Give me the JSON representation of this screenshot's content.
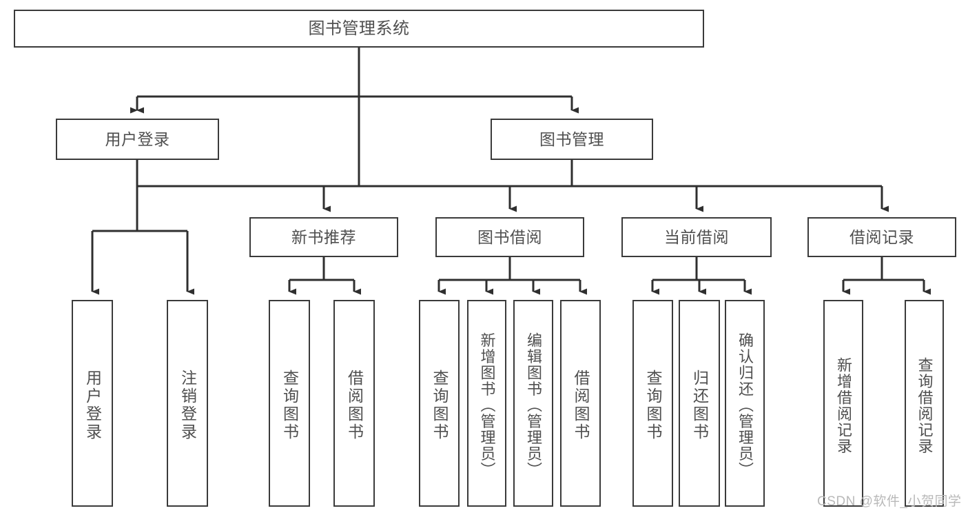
{
  "diagram": {
    "type": "tree",
    "title": "图书管理系统",
    "orientation": "top-down",
    "line_color": "#3a3a3a",
    "text_color": "#4f4f4f",
    "background_color": "#ffffff",
    "root": {
      "id": "root",
      "label": "图书管理系统"
    },
    "level1": [
      {
        "id": "user-login",
        "label": "用户登录"
      },
      {
        "id": "book-management",
        "label": "图书管理"
      }
    ],
    "level2": [
      {
        "id": "new-book-recommend",
        "label": "新书推荐",
        "parent": "book-management"
      },
      {
        "id": "book-borrow",
        "label": "图书借阅",
        "parent": "book-management"
      },
      {
        "id": "current-borrow",
        "label": "当前借阅",
        "parent": "book-management"
      },
      {
        "id": "borrow-record",
        "label": "借阅记录",
        "parent": "book-management"
      }
    ],
    "leaves": [
      {
        "id": "leaf-user-login",
        "label": "用户登录",
        "parent": "user-login"
      },
      {
        "id": "leaf-logout-login",
        "label": "注销登录",
        "parent": "user-login"
      },
      {
        "id": "leaf-query-book-1",
        "label": "查询图书",
        "parent": "new-book-recommend"
      },
      {
        "id": "leaf-borrow-book-1",
        "label": "借阅图书",
        "parent": "new-book-recommend"
      },
      {
        "id": "leaf-query-book-2",
        "label": "查询图书",
        "parent": "book-borrow"
      },
      {
        "id": "leaf-add-book",
        "label": "新增图书（管理员）",
        "parent": "book-borrow"
      },
      {
        "id": "leaf-edit-book",
        "label": "编辑图书（管理员）",
        "parent": "book-borrow"
      },
      {
        "id": "leaf-borrow-book-2",
        "label": "借阅图书",
        "parent": "book-borrow"
      },
      {
        "id": "leaf-query-book-3",
        "label": "查询图书",
        "parent": "current-borrow"
      },
      {
        "id": "leaf-return-book",
        "label": "归还图书",
        "parent": "current-borrow"
      },
      {
        "id": "leaf-confirm-return",
        "label": "确认归还（管理员）",
        "parent": "current-borrow"
      },
      {
        "id": "leaf-add-record",
        "label": "新增借阅记录",
        "parent": "borrow-record"
      },
      {
        "id": "leaf-query-record",
        "label": "查询借阅记录",
        "parent": "borrow-record"
      }
    ]
  },
  "watermark": {
    "text": "CSDN @软件_小贺同学"
  }
}
